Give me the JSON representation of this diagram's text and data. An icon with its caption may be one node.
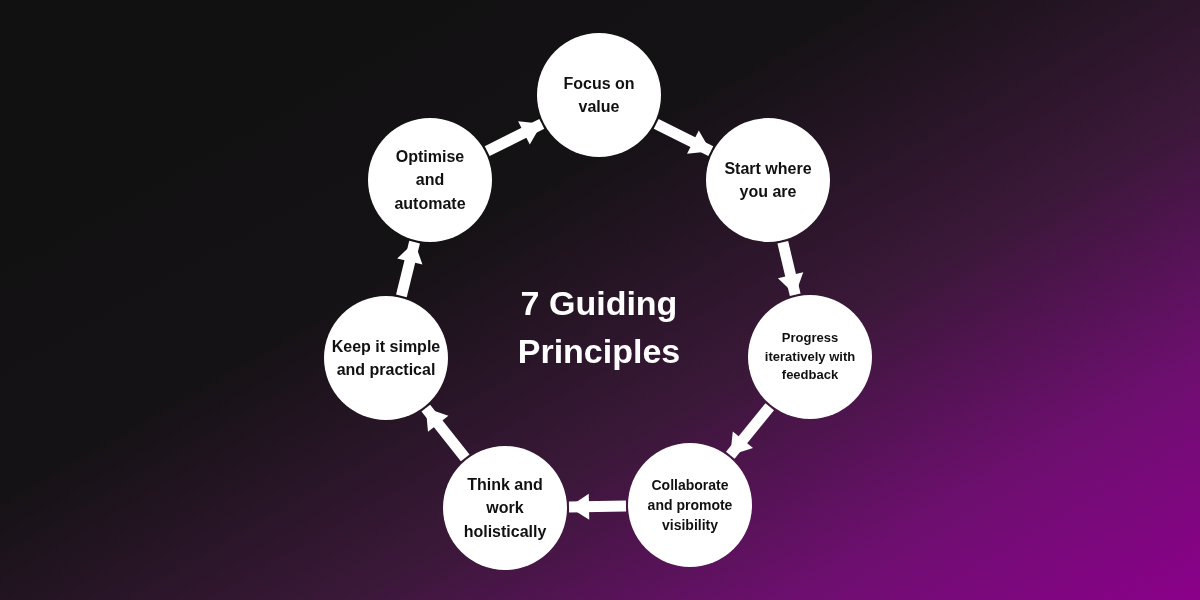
{
  "diagram": {
    "title": "7 Guiding Principles",
    "nodes": [
      {
        "text": [
          "Focus on value"
        ]
      },
      {
        "text": [
          "Start where you are"
        ]
      },
      {
        "text": [
          "Progress iteratively with feedback"
        ]
      },
      {
        "text": [
          "Collaborate and promote visibility"
        ]
      },
      {
        "text": [
          "Think and work holistically"
        ]
      },
      {
        "text": [
          "Keep it simple and practical"
        ]
      },
      {
        "text": [
          "Optimise and automate"
        ]
      }
    ],
    "edges": [
      {
        "from": 0,
        "to": 1,
        "arrow": "to"
      },
      {
        "from": 1,
        "to": 2,
        "arrow": "to"
      },
      {
        "from": 2,
        "to": 3,
        "arrow": "to"
      },
      {
        "from": 3,
        "to": 4,
        "arrow": "to"
      },
      {
        "from": 4,
        "to": 5,
        "arrow": "to"
      },
      {
        "from": 5,
        "to": 6,
        "arrow": "to"
      },
      {
        "from": 6,
        "to": 0,
        "arrow": "to"
      }
    ]
  }
}
